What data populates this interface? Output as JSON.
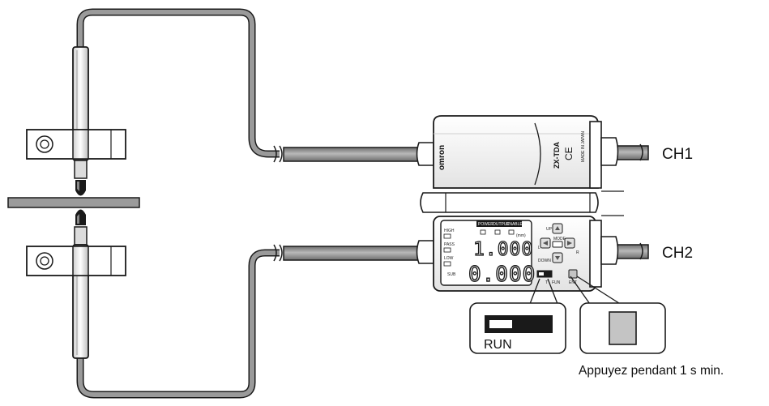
{
  "labels": {
    "ch1": "CH1",
    "ch2": "CH2",
    "run": "RUN",
    "press_instruction": "Appuyez pendant 1 s min."
  },
  "amplifier_ch1": {
    "brand": "omron",
    "model": "ZX-TDA",
    "ce_mark": "CE",
    "made_in": "MADE IN JAPAN"
  },
  "amplifier_ch2": {
    "indicators": [
      "POWER",
      "OUTPUT",
      "ENABLE"
    ],
    "judgement_labels": [
      "HIGH",
      "PASS",
      "LOW"
    ],
    "sub_label": "SUB",
    "unit": "(mm)",
    "main_display": "1.000",
    "sub_display": "0.000",
    "key_up": "UP",
    "key_down": "DOWN",
    "key_left": "L",
    "key_right": "R",
    "key_mode": "MODE",
    "key_enter": "ENT",
    "switch_positions": [
      "T",
      "FUN"
    ]
  },
  "colors": {
    "cable": "#8a8a8a",
    "outline": "#1a1a1a",
    "body_fill": "#f7f7f7",
    "shade": "#d9d9d9",
    "workpiece": "#9b9b9b",
    "button_fill": "#c4c4c4"
  }
}
